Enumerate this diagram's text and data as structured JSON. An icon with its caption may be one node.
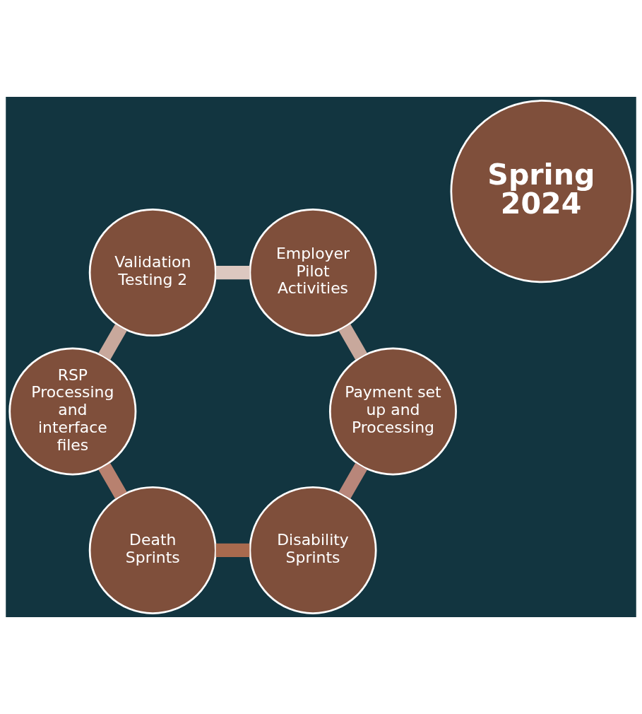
{
  "diagram": {
    "nodes": [
      {
        "text": [
          "Spring 2024"
        ]
      },
      {
        "text": [
          "Disability Sprints"
        ]
      },
      {
        "text": [
          "Death Sprints"
        ]
      },
      {
        "text": [
          "RSP Processing and interface files"
        ]
      },
      {
        "text": [
          "Validation Testing 2"
        ]
      },
      {
        "text": [
          "Employer Pilot Activities"
        ]
      },
      {
        "text": [
          "Payment set up and Processing"
        ]
      }
    ],
    "edges": [
      {
        "from": 1,
        "to": 2,
        "arrow": "none",
        "color": "#a86a4e"
      },
      {
        "from": 2,
        "to": 3,
        "arrow": "none",
        "color": "#b8816f"
      },
      {
        "from": 3,
        "to": 4,
        "arrow": "none",
        "color": "#c8a89c"
      },
      {
        "from": 4,
        "to": 5,
        "arrow": "none",
        "color": "#dcc8c0"
      },
      {
        "from": 5,
        "to": 6,
        "arrow": "none",
        "color": "#c8a89c"
      },
      {
        "from": 6,
        "to": 1,
        "arrow": "none",
        "color": "#b8867a"
      }
    ]
  }
}
